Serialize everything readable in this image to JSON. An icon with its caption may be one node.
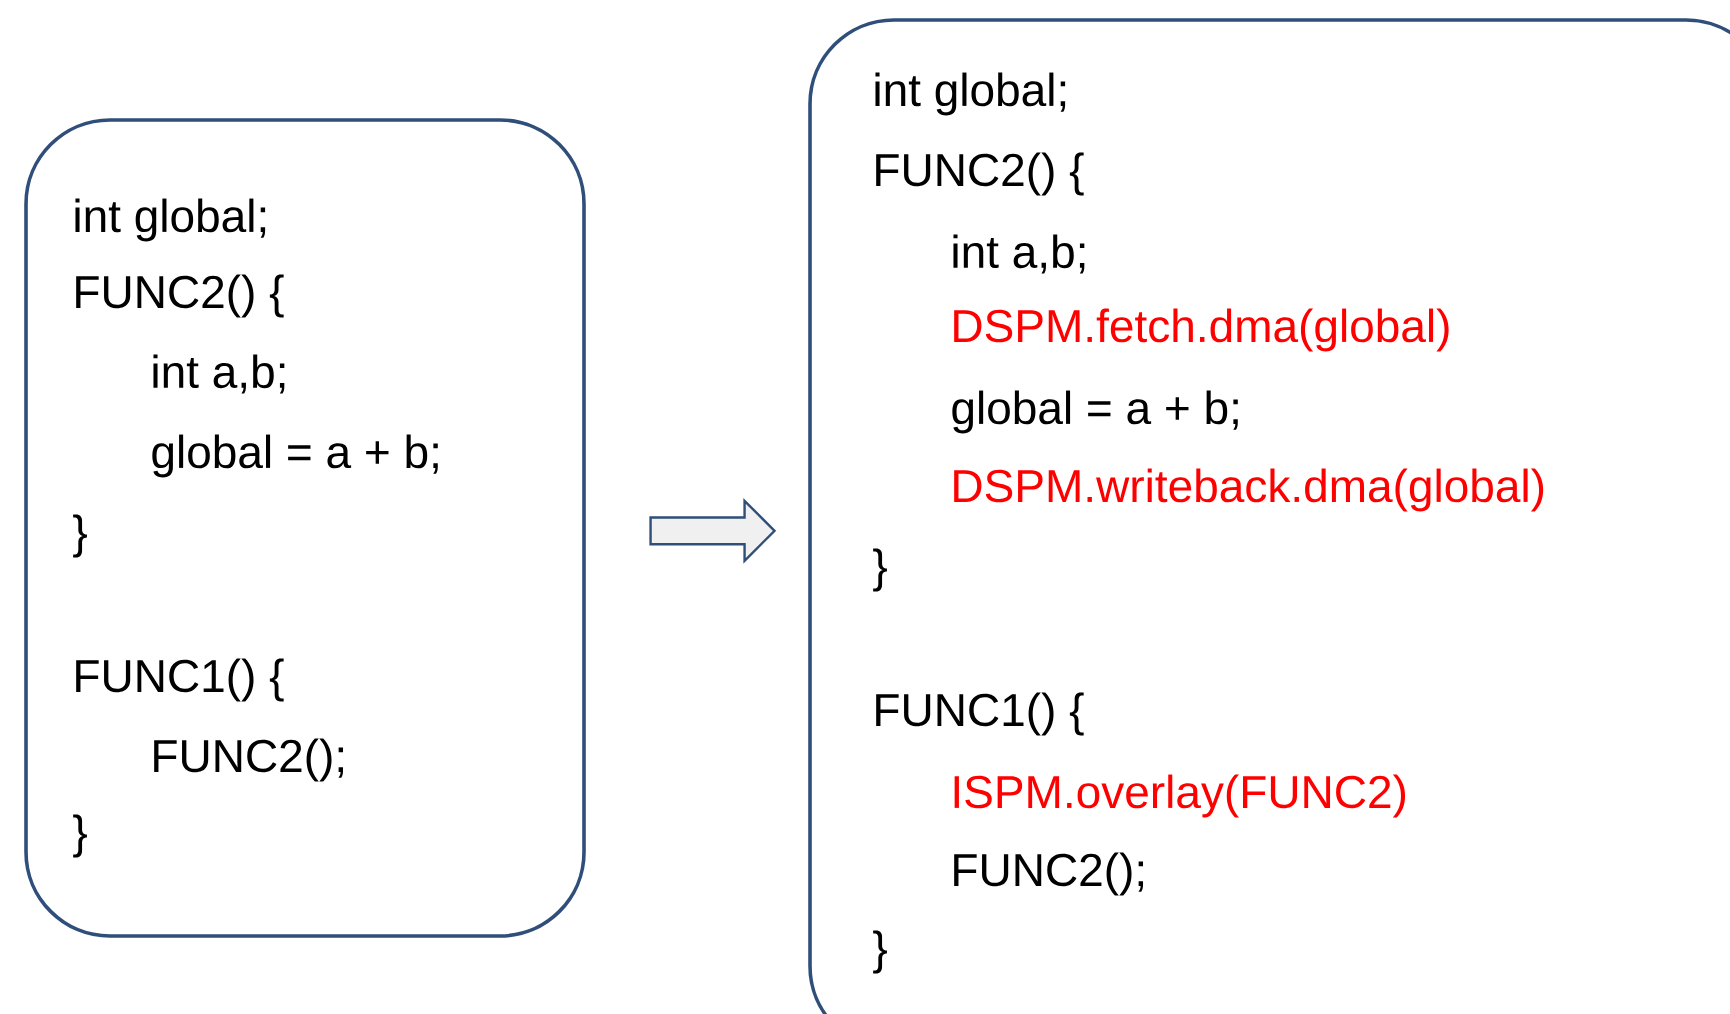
{
  "diagram": {
    "nodes": [
      {
        "text": [
          "int global;",
          "FUNC2() {",
          "int a,b;",
          "global = a + b;",
          "}",
          "FUNC1() {",
          "FUNC2();",
          "}"
        ]
      },
      {
        "text": [
          "int global;",
          "FUNC2() {",
          "int a,b;",
          "DSPM.fetch.dma(global)",
          "global = a + b;",
          "DSPM.writeback.dma(global)",
          "}",
          "FUNC1() {",
          "ISPM.overlay(FUNC2)",
          "FUNC2();",
          "}"
        ]
      }
    ],
    "edges": [
      {
        "from": 0,
        "to": 1,
        "arrow": "to"
      }
    ]
  }
}
